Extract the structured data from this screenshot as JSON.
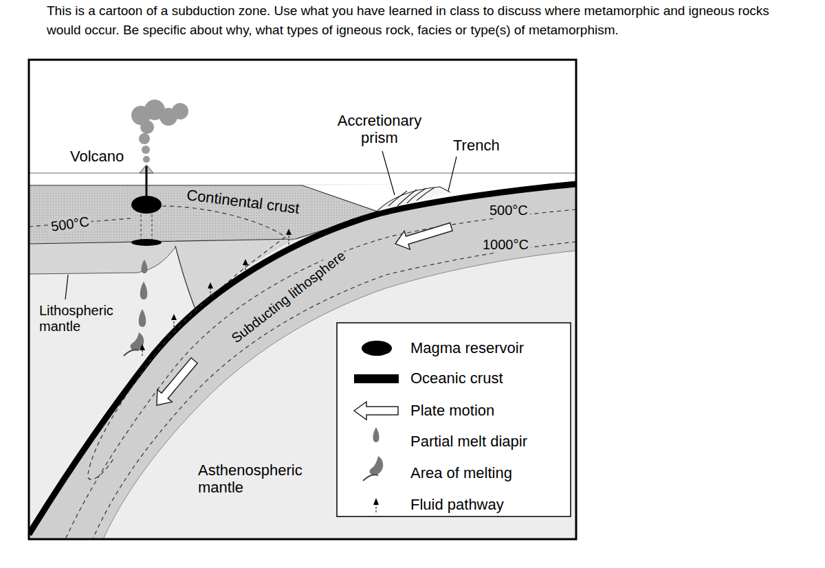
{
  "diagram": {
    "title": "This is a cartoon of a subduction zone. Use what you have learned in class to discuss where metamorphic and igneous rocks would occur. Be specific about why, what types of igneous rock, facies or type(s) of metamorphism.",
    "labels": [
      "Volcano",
      "Continental crust",
      "Accretionary prism",
      "Trench",
      "500°C",
      "500°C",
      "1000°C",
      "Lithospheric mantle",
      "Subducting lithosphere",
      "Asthenospheric mantle"
    ],
    "legend": [
      {
        "text": "Magma reservoir"
      },
      {
        "text": "Oceanic crust"
      },
      {
        "text": "Plate motion"
      },
      {
        "text": "Partial melt diapir"
      },
      {
        "text": "Area of melting"
      },
      {
        "text": "Fluid pathway"
      }
    ]
  }
}
